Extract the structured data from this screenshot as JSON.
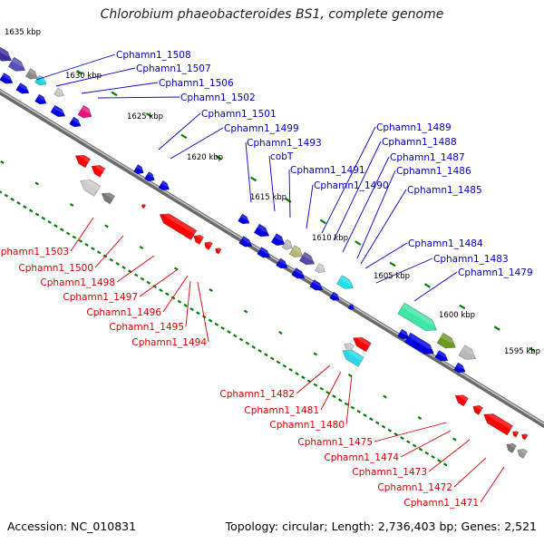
{
  "title": "Chlorobium phaeobacteroides BS1, complete genome",
  "accession": "Accession: NC_010831",
  "topology": "Topology: circular; Length: 2,736,403 bp; Genes: 2,521",
  "colors": {
    "backbone": "#808080",
    "gene_forward": "#0000e0",
    "gene_reverse": "#ff0000",
    "label_forward": "#0000cc",
    "label_reverse": "#dd0000",
    "tick": "#008000"
  },
  "scale_labels": [
    "1635 kbp",
    "1630 kbp",
    "1625 kbp",
    "1620 kbp",
    "1615 kbp",
    "1610 kbp",
    "1605 kbp",
    "1600 kbp",
    "1595 kbp"
  ],
  "forward_labels": [
    "Cphamn1_1508",
    "Cphamn1_1507",
    "Cphamn1_1506",
    "Cphamn1_1502",
    "Cphamn1_1501",
    "Cphamn1_1499",
    "Cphamn1_1493",
    "cobT",
    "Cphamn1_1491",
    "Cphamn1_1490",
    "Cphamn1_1489",
    "Cphamn1_1488",
    "Cphamn1_1487",
    "Cphamn1_1486",
    "Cphamn1_1485",
    "Cphamn1_1484",
    "Cphamn1_1483",
    "Cphamn1_1479"
  ],
  "reverse_labels": [
    "Cphamn1_1503",
    "Cphamn1_1500",
    "Cphamn1_1498",
    "Cphamn1_1497",
    "Cphamn1_1496",
    "Cphamn1_1495",
    "Cphamn1_1494",
    "Cphamn1_1482",
    "Cphamn1_1481",
    "Cphamn1_1480",
    "Cphamn1_1475",
    "Cphamn1_1474",
    "Cphamn1_1473",
    "Cphamn1_1472",
    "Cphamn1_1471"
  ]
}
